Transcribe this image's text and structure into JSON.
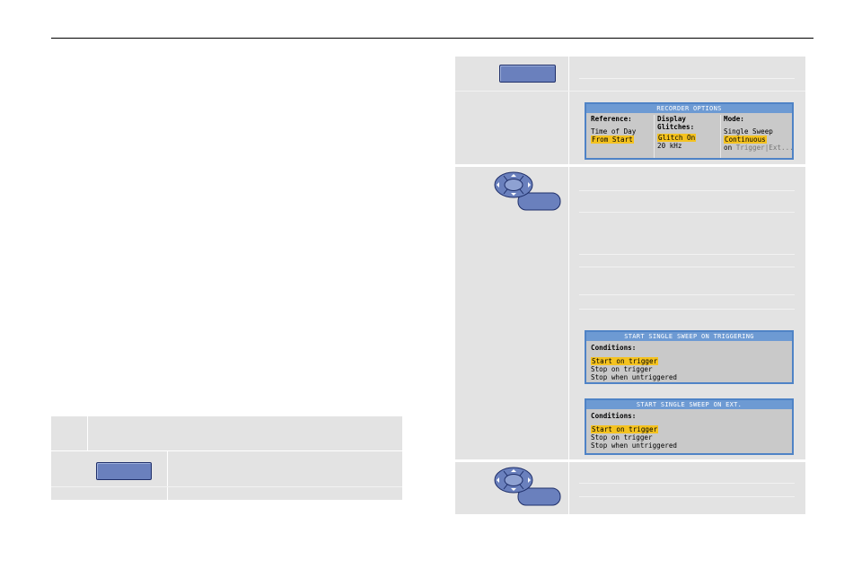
{
  "recorder_options": {
    "title": "RECORDER OPTIONS",
    "reference_label": "Reference:",
    "reference_opt1": "Time of Day",
    "reference_opt2": "From Start",
    "display_label_line1": "Display",
    "display_label_line2": "Glitches:",
    "display_opt1": "Glitch On",
    "display_opt2": "20 kHz",
    "mode_label": "Mode:",
    "mode_opt1": "Single Sweep",
    "mode_opt2": "Continuous",
    "mode_opt3_prefix": "on ",
    "mode_opt3_rest": "Trigger|Ext..."
  },
  "triggering_dialog": {
    "title": "START SINGLE SWEEP ON TRIGGERING",
    "conditions_label": "Conditions:",
    "options": [
      "Start on trigger",
      "Stop on trigger",
      "Stop when untriggered"
    ]
  },
  "ext_dialog": {
    "title": "START SINGLE SWEEP ON EXT.",
    "conditions_label": "Conditions:",
    "options": [
      "Start on trigger",
      "Stop on trigger",
      "Stop when untriggered"
    ]
  },
  "icons": {
    "function_key": "function-key",
    "nav_key": "arrow-pad-enter-key"
  },
  "colors": {
    "key_blue": "#6a80bd",
    "screen_border": "#4f83c6",
    "highlight": "#f4c21f"
  }
}
